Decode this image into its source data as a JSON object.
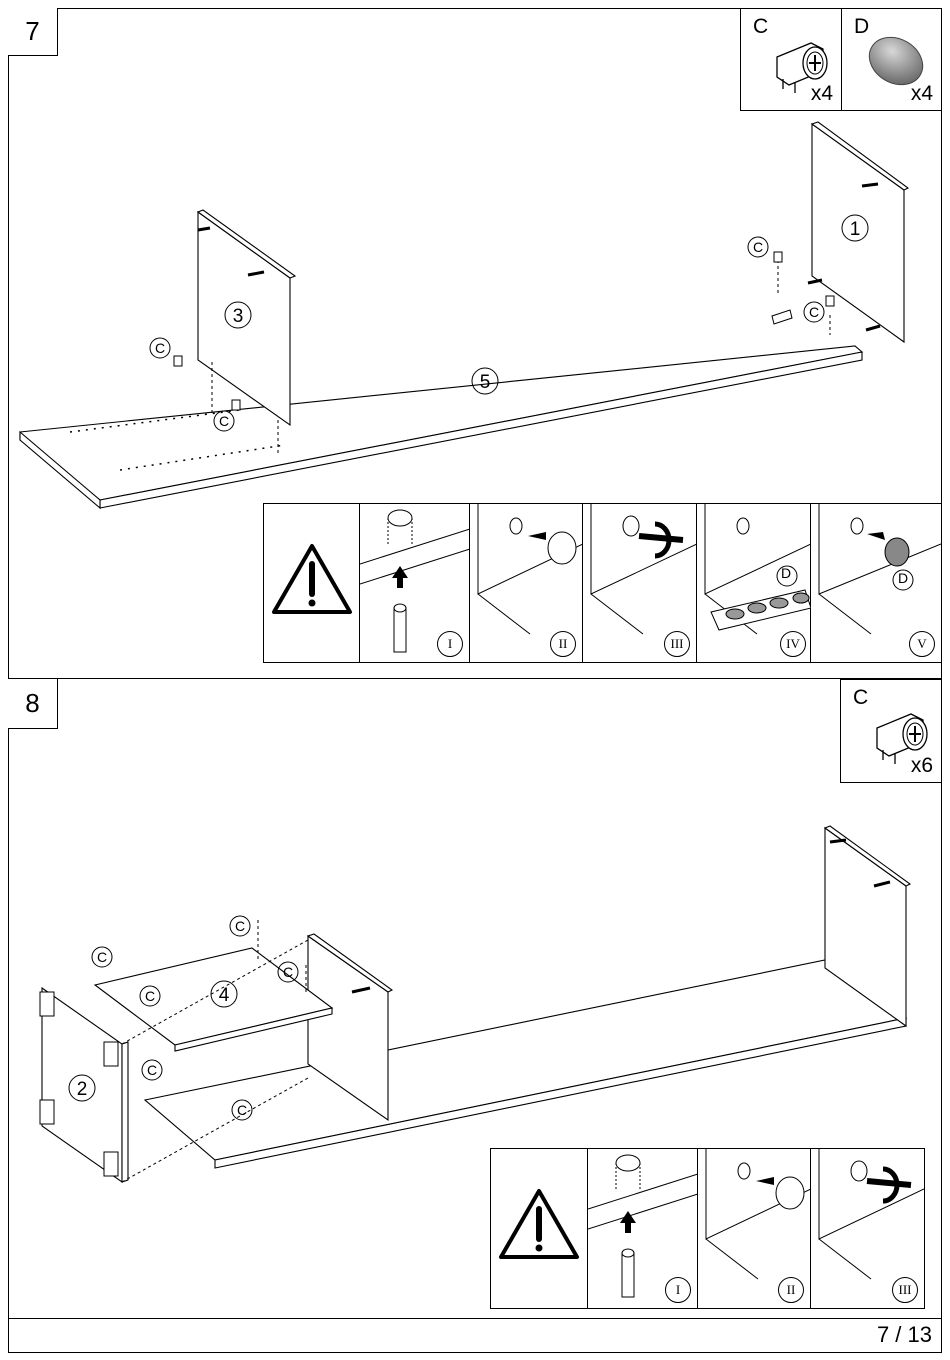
{
  "steps": [
    {
      "number": "7",
      "parts": [
        {
          "letter": "C",
          "qty": "x4",
          "icon": "cam-lock-icon"
        },
        {
          "letter": "D",
          "qty": "x4",
          "icon": "cover-cap-icon"
        }
      ],
      "labels": {
        "panel_a": "1",
        "panel_b": "3",
        "panel_c": "5",
        "cam": "C"
      },
      "substeps": [
        "I",
        "II",
        "III",
        "IV",
        "V"
      ],
      "substep_part": "D"
    },
    {
      "number": "8",
      "parts": [
        {
          "letter": "C",
          "qty": "x6",
          "icon": "cam-lock-icon"
        }
      ],
      "labels": {
        "panel_a": "2",
        "panel_b": "4",
        "cam": "C"
      },
      "substeps": [
        "I",
        "II",
        "III"
      ]
    }
  ],
  "page": "7 / 13"
}
